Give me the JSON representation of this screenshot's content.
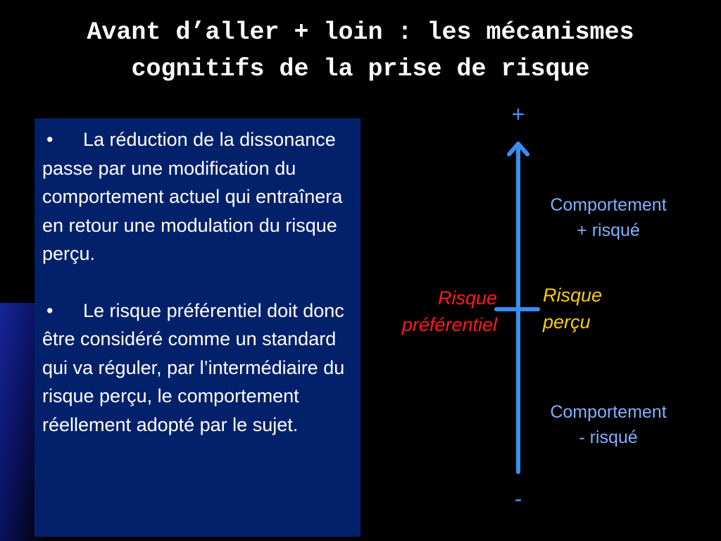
{
  "slide": {
    "title_lines": [
      "Avant d’aller + loin : les mécanismes",
      "cognitifs de la prise de risque"
    ],
    "bullets": [
      {
        "marker": "•",
        "text": "La réduction de la dissonance passe par une modification du comportement actuel qui entraînera en retour une modulation du risque perçu."
      },
      {
        "marker": "•",
        "text": "Le risque préférentiel doit donc être considéré comme un standard qui va réguler, par l’intermédiaire du risque perçu, le comportement réellement adopté par le sujet."
      }
    ],
    "diagram": {
      "top_symbol": "+",
      "bottom_symbol": "-",
      "comportement_plus": [
        "Comportement",
        "+ risqué"
      ],
      "comportement_minus": [
        "Comportement",
        "- risqué"
      ],
      "risque_preferentiel": [
        "Risque",
        "préférentiel"
      ],
      "risque_percu": [
        "Risque",
        "perçu"
      ]
    },
    "colors": {
      "background": "#000000",
      "text_box": "#03216b",
      "axis": "#3a8df0",
      "comportement_text": "#7fb0ff",
      "preferentiel_text": "#ff1a1a",
      "percu_text": "#ffcc00"
    }
  }
}
